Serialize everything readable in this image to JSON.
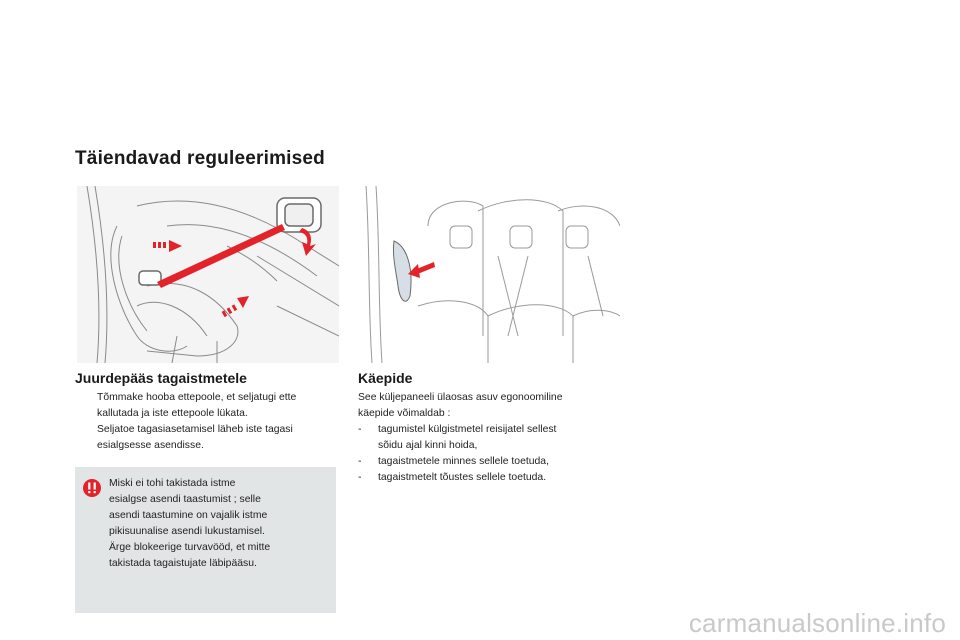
{
  "title": "Täiendavad reguleerimised",
  "left_section": {
    "heading": "Juurdepääs tagaistmetele",
    "bullet_symbol": "",
    "bullet_lines": [
      "Tõmmake hooba ettepoole, et seljatugi ette",
      "kallutada ja iste ettepoole lükata.",
      "Seljatoe tagasiasetamisel läheb iste tagasi",
      "esialgsesse asendisse."
    ],
    "warning": {
      "icon": "warning-icon",
      "lines": [
        "Miski ei tohi takistada istme",
        "esialgse asendi taastumist ; selle",
        "asendi taastumine on vajalik istme",
        "pikisuunalise asendi lukustamisel.",
        "Ärge blokeerige turvavööd, et mitte",
        "takistada tagaistujate läbipääsu."
      ]
    }
  },
  "right_section": {
    "heading": "Käepide",
    "intro_lines": [
      "See küljepaneeli ülaosas asuv egonoomiline",
      "käepide võimaldab :"
    ],
    "items": [
      {
        "dash": "-",
        "lines": [
          "tagumistel külgistmetel reisijatel sellest",
          "sõidu ajal kinni hoida,"
        ]
      },
      {
        "dash": "-",
        "lines": [
          "tagaistmetele minnes sellele toetuda,"
        ]
      },
      {
        "dash": "-",
        "lines": [
          "tagaistmetelt tõustes sellele toetuda."
        ]
      }
    ]
  },
  "watermark": "carmanualsonline.info",
  "colors": {
    "accent_red": "#e2232a",
    "warning_bg": "#e2e5e6",
    "line_art": "#8a8a8a"
  }
}
